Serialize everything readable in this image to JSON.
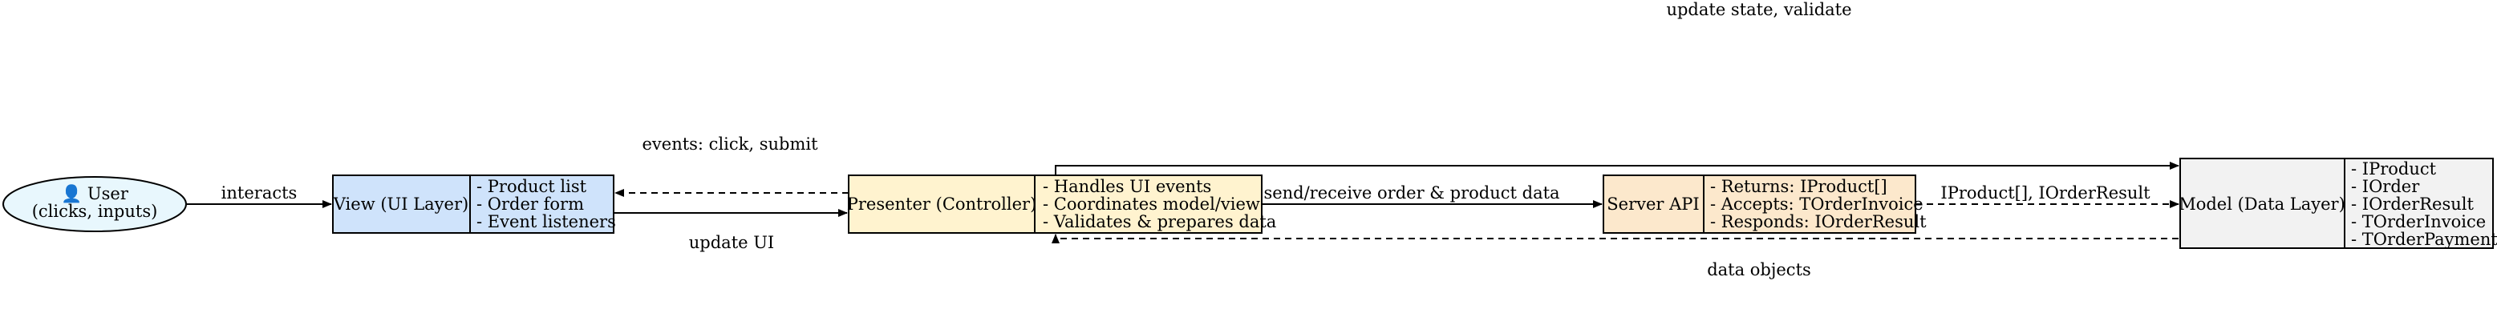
{
  "nodes": {
    "user": {
      "line1": "👤 User",
      "line2": "(clicks, inputs)",
      "fill": "#e8f7fd"
    },
    "view": {
      "title": "View (UI Layer)",
      "fields": [
        "- Product list",
        "- Order form",
        "- Event listeners"
      ],
      "fill": "#cfe3fb"
    },
    "presenter": {
      "title": "Presenter (Controller)",
      "fields": [
        "- Handles UI events",
        "- Coordinates model/view",
        "- Validates & prepares data"
      ],
      "fill": "#fff3cf"
    },
    "server": {
      "title": "Server API",
      "fields": [
        "- Returns: IProduct[]",
        "- Accepts: TOrderInvoice",
        "- Responds: IOrderResult"
      ],
      "fill": "#fce8cc"
    },
    "model": {
      "title": "Model (Data Layer)",
      "fields": [
        "- IProduct",
        "- IOrder",
        "- IOrderResult",
        "- TOrderInvoice",
        "- TOrderPayment"
      ],
      "fill": "#f2f2f2"
    }
  },
  "edges": {
    "interacts": "interacts",
    "events": "events: click, submit",
    "update_ui": "update UI",
    "send_receive": "send/receive order & product data",
    "products_results": "IProduct[], IOrderResult",
    "update_state": "update state, validate",
    "data_objects": "data objects"
  }
}
